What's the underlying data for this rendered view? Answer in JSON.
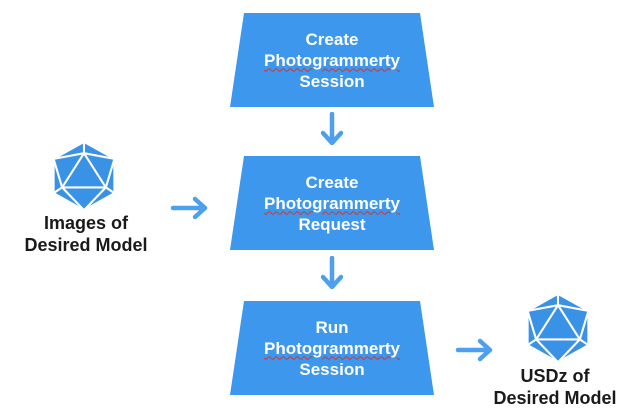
{
  "steps": [
    {
      "lines": [
        "Create",
        "Photogrammerty",
        "Session"
      ]
    },
    {
      "lines": [
        "Create",
        "Photogrammerty",
        "Request"
      ]
    },
    {
      "lines": [
        "Run",
        "Photogrammerty",
        "Session"
      ]
    }
  ],
  "input_caption": [
    "Images of",
    "Desired Model"
  ],
  "output_caption": [
    "USDz of",
    "Desired Model"
  ],
  "colors": {
    "box": "#3d97ec",
    "arrow": "#4d9fef",
    "icon_fill": "#3a92e6",
    "icon_line": "#ffffff",
    "text": "#1a1a1a",
    "spell_underline": "#d9332a"
  },
  "icons": [
    "icosahedron-icon",
    "icosahedron-icon"
  ]
}
